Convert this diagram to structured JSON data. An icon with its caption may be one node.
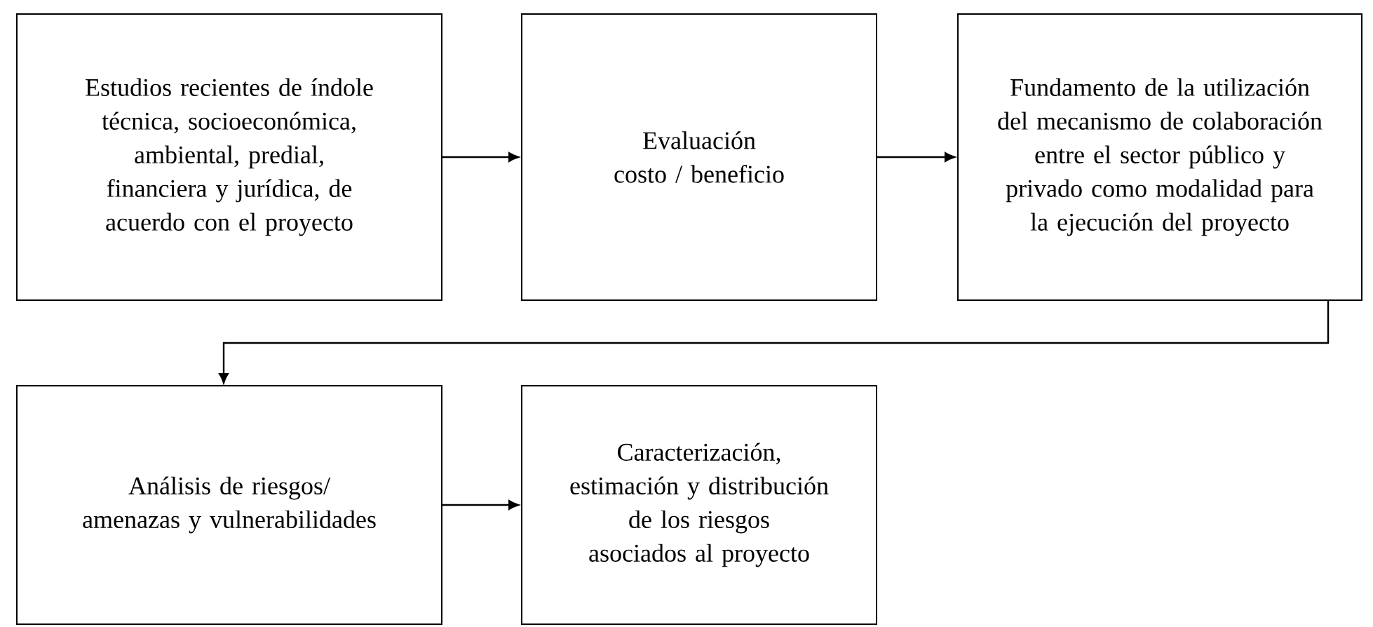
{
  "diagram": {
    "nodes": [
      {
        "text": [
          "Estudios recientes de índole técnica, socioeconómica, ambiental, predial, financiera y jurídica, de acuerdo con el proyecto"
        ]
      },
      {
        "text": [
          "Evaluación costo / beneficio"
        ]
      },
      {
        "text": [
          "Fundamento de la utilización del mecanismo de colaboración entre el sector público y privado como modalidad para la ejecución del proyecto"
        ]
      },
      {
        "text": [
          "Análisis de riesgos/ amenazas y vulnerabilidades"
        ]
      },
      {
        "text": [
          "Caracterización, estimación y distribución de los riesgos asociados al proyecto"
        ]
      }
    ],
    "edges": [
      {
        "from": 0,
        "to": 1,
        "arrow": "to"
      },
      {
        "from": 1,
        "to": 2,
        "arrow": "to"
      },
      {
        "from": 2,
        "to": 3,
        "arrow": "to"
      },
      {
        "from": 3,
        "to": 4,
        "arrow": "to"
      }
    ]
  }
}
